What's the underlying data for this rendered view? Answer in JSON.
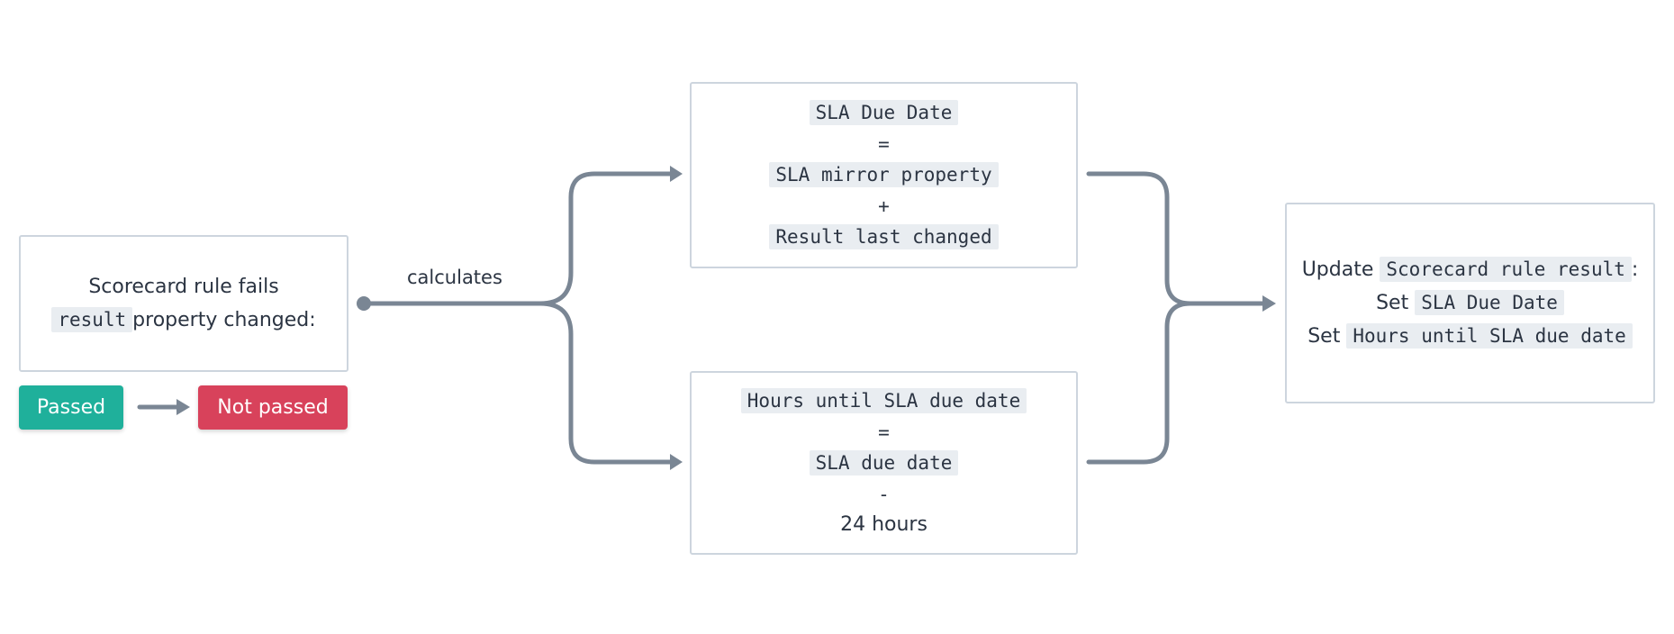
{
  "trigger": {
    "line1": "Scorecard rule fails",
    "code": "result",
    "line2_rest": "property changed:"
  },
  "status": {
    "from": "Passed",
    "to": "Not passed",
    "from_color": "#1fb09b",
    "to_color": "#d8425b"
  },
  "edge_label": "calculates",
  "due_date_calc": {
    "left": "SLA Due Date",
    "eq": "=",
    "term1": "SLA mirror property",
    "op": "+",
    "term2": "Result last changed"
  },
  "hours_calc": {
    "left": "Hours until SLA due date",
    "eq": "=",
    "term1": "SLA due date",
    "op": "-",
    "term2": "24 hours"
  },
  "update": {
    "l1_prefix": "Update",
    "l1_code": "Scorecard rule result",
    "l1_suffix": ":",
    "l2_prefix": "Set",
    "l2_code": "SLA Due Date",
    "l3_prefix": "Set",
    "l3_code": "Hours until SLA due date"
  },
  "colors": {
    "connector": "#7a8694",
    "border": "#cdd5de",
    "code_bg": "#e9edf1"
  }
}
